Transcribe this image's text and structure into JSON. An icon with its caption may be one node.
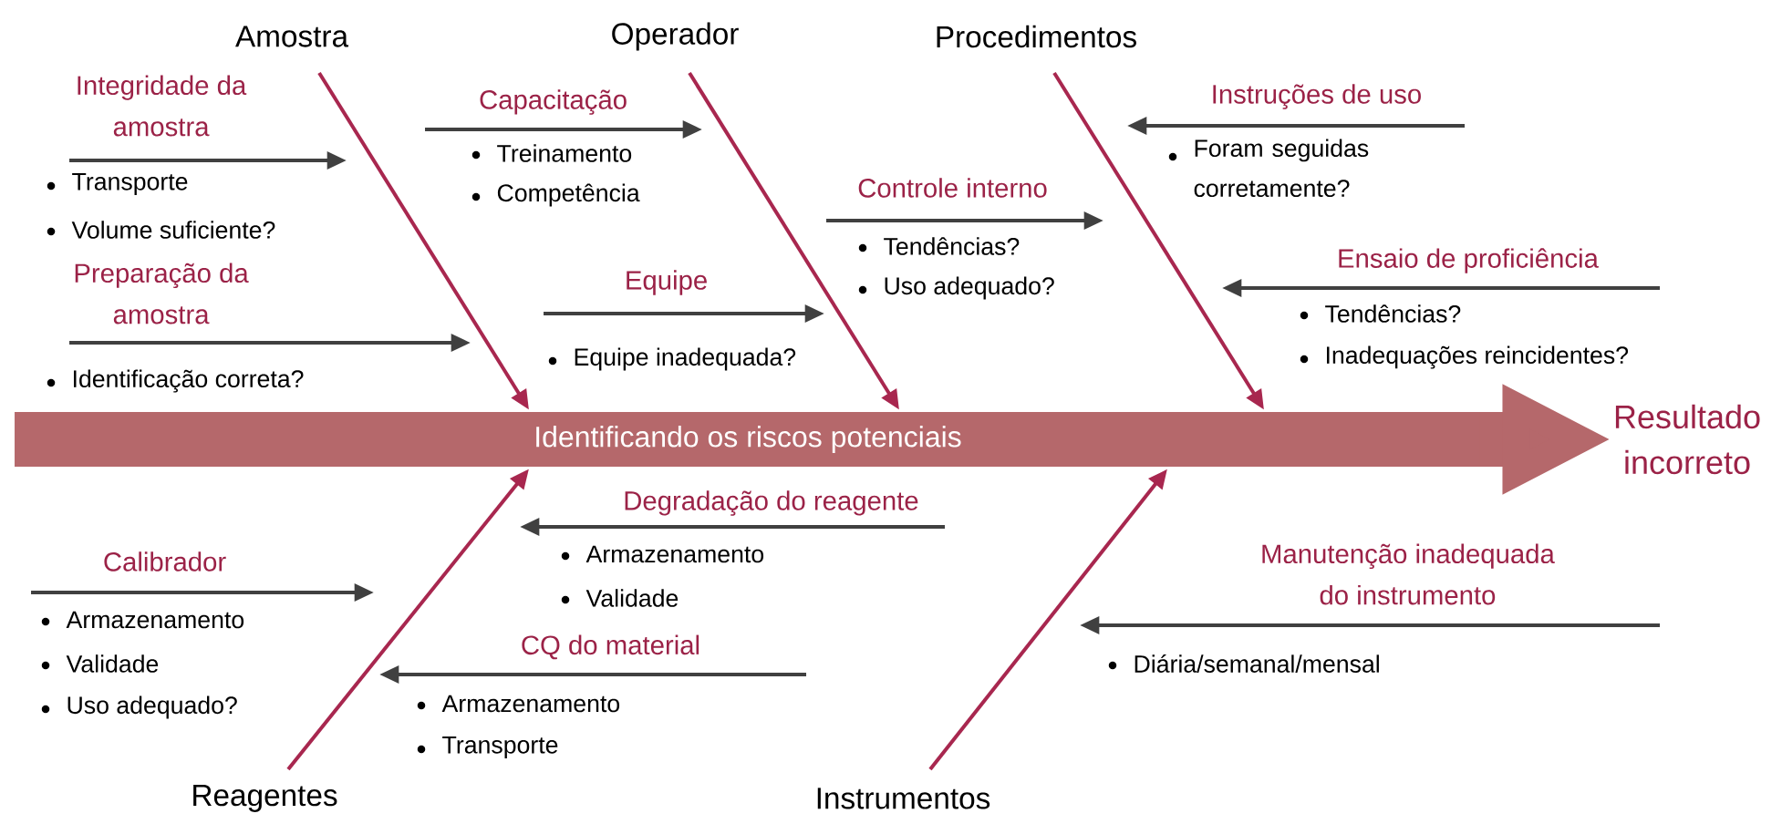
{
  "diagram": {
    "nodes": [
      {
        "text": [
          "Amostra"
        ]
      },
      {
        "text": [
          "Operador"
        ]
      },
      {
        "text": [
          "Procedimentos"
        ]
      },
      {
        "text": [
          "Reagentes"
        ]
      },
      {
        "text": [
          "Instrumentos"
        ]
      },
      {
        "text": [
          "Identificando os riscos potenciais"
        ]
      },
      {
        "text": [
          "Resultado incorreto"
        ]
      },
      {
        "text": [
          "Integridade da amostra"
        ]
      },
      {
        "text": [
          "Preparação da amostra"
        ]
      },
      {
        "text": [
          "Capacitação"
        ]
      },
      {
        "text": [
          "Equipe"
        ]
      },
      {
        "text": [
          "Controle interno"
        ]
      },
      {
        "text": [
          "Instruções de uso"
        ]
      },
      {
        "text": [
          "Ensaio de proficiência"
        ]
      },
      {
        "text": [
          "Degradação do reagente"
        ]
      },
      {
        "text": [
          "Calibrador"
        ]
      },
      {
        "text": [
          "CQ do material"
        ]
      },
      {
        "text": [
          "Manutenção inadequada do instrumento"
        ]
      }
    ],
    "labels": [
      "Transporte",
      "Volume suficiente?",
      "Identificação correta?",
      "Treinamento",
      "Competência",
      "Equipe inadequada?",
      "Tendências?",
      "Uso adequado?",
      "Foram seguidas corretamente?",
      "Tendências?",
      "Inadequações reincidentes?",
      "Armazenamento",
      "Validade",
      "Armazenamento",
      "Validade",
      "Uso adequado?",
      "Armazenamento",
      "Transporte",
      "Diária/semanal/mensal"
    ],
    "edges": [
      {
        "from": 5,
        "to": 6,
        "arrow": "to",
        "style": "thick",
        "color": "#b5686b"
      },
      {
        "from": 0,
        "to": 5,
        "arrow": "to",
        "color": "#a8274f"
      },
      {
        "from": 1,
        "to": 5,
        "arrow": "to",
        "color": "#a8274f"
      },
      {
        "from": 2,
        "to": 5,
        "arrow": "to",
        "color": "#a8274f"
      },
      {
        "from": 3,
        "to": 5,
        "arrow": "to",
        "color": "#a8274f"
      },
      {
        "from": 4,
        "to": 5,
        "arrow": "to",
        "color": "#a8274f"
      },
      {
        "from": 7,
        "to": null,
        "arrow": "to"
      },
      {
        "from": 8,
        "to": null,
        "arrow": "to"
      },
      {
        "from": 9,
        "to": null,
        "arrow": "to"
      },
      {
        "from": 10,
        "to": null,
        "arrow": "to"
      },
      {
        "from": 11,
        "to": null,
        "arrow": "to"
      },
      {
        "from": 12,
        "to": null,
        "arrow": "to"
      },
      {
        "from": 13,
        "to": null,
        "arrow": "to"
      },
      {
        "from": 14,
        "to": null,
        "arrow": "to"
      },
      {
        "from": 15,
        "to": null,
        "arrow": "to"
      },
      {
        "from": 16,
        "to": null,
        "arrow": "to"
      },
      {
        "from": 17,
        "to": null,
        "arrow": "to"
      }
    ]
  }
}
